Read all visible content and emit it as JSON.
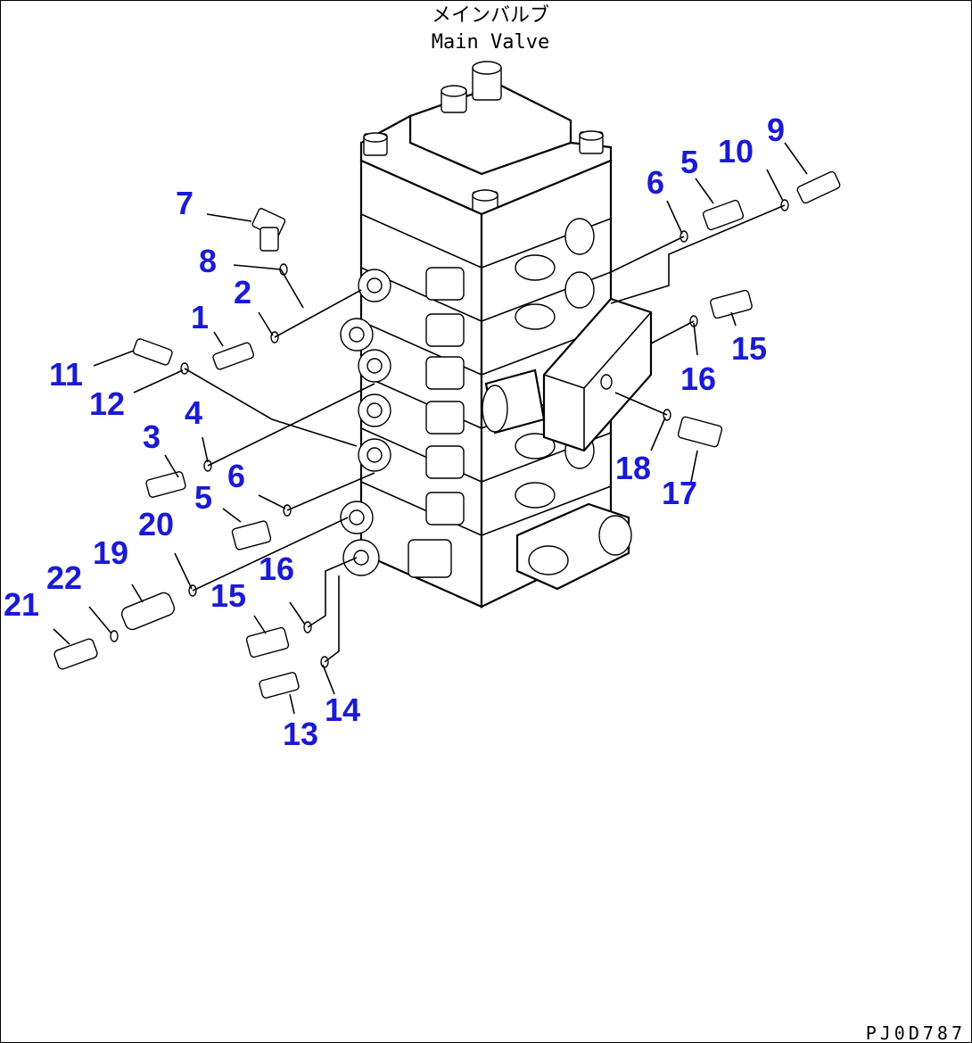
{
  "title": {
    "jp": "メインバルブ",
    "en": "Main Valve"
  },
  "drawing_code": "PJ0D787",
  "accent_color": "#1a1ad6",
  "callouts": [
    "7",
    "8",
    "2",
    "1",
    "11",
    "12",
    "4",
    "3",
    "5",
    "6",
    "20",
    "19",
    "22",
    "21",
    "15",
    "16",
    "13",
    "14",
    "9",
    "10",
    "5",
    "6",
    "15",
    "16",
    "18",
    "17"
  ]
}
